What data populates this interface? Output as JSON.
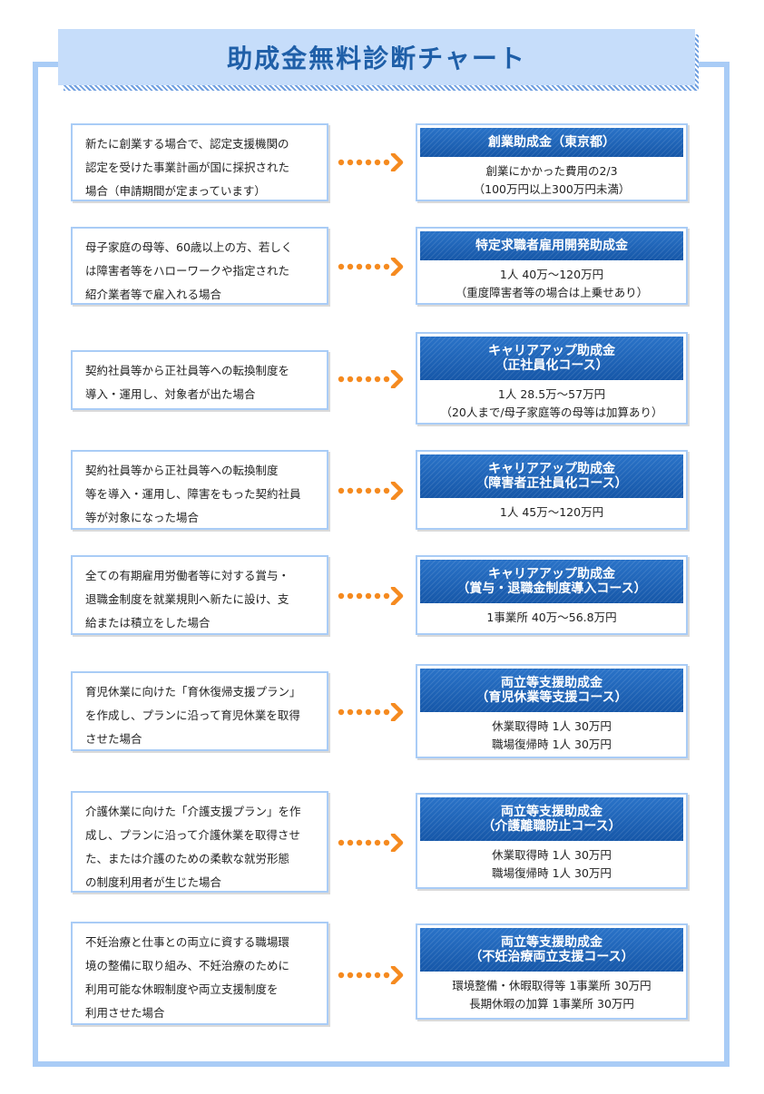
{
  "title": "助成金無料診断チャート",
  "colors": {
    "frame": "#a9ccf6",
    "title_bg": "#c6ddfa",
    "title_text": "#1f5fa8",
    "header_bg": "#1f64b8",
    "arrow": "#f58a1f"
  },
  "rows": [
    {
      "condition": [
        "新たに創業する場合で、認定支援機関の",
        "認定を受けた事業計画が国に採択された",
        "場合（申請期間が定まっています）"
      ],
      "result_title": [
        "創業助成金（東京都）"
      ],
      "result_body": [
        "創業にかかった費用の2/3",
        "（100万円以上300万円未満）"
      ]
    },
    {
      "condition": [
        "母子家庭の母等、60歳以上の方、若しく",
        "は障害者等をハローワークや指定された",
        "紹介業者等で雇入れる場合"
      ],
      "result_title": [
        "特定求職者雇用開発助成金"
      ],
      "result_body": [
        "1人 40万～120万円",
        "（重度障害者等の場合は上乗せあり）"
      ]
    },
    {
      "condition": [
        "契約社員等から正社員等への転換制度を",
        "導入・運用し、対象者が出た場合"
      ],
      "result_title": [
        "キャリアアップ助成金",
        "（正社員化コース）"
      ],
      "result_body": [
        "1人 28.5万～57万円",
        "（20人まで/母子家庭等の母等は加算あり）"
      ]
    },
    {
      "condition": [
        "契約社員等から正社員等への転換制度",
        "等を導入・運用し、障害をもった契約社員",
        "等が対象になった場合"
      ],
      "result_title": [
        "キャリアアップ助成金",
        "（障害者正社員化コース）"
      ],
      "result_body": [
        "1人 45万～120万円"
      ]
    },
    {
      "condition": [
        "全ての有期雇用労働者等に対する賞与・",
        "退職金制度を就業規則へ新たに設け、支",
        "給または積立をした場合"
      ],
      "result_title": [
        "キャリアアップ助成金",
        "（賞与・退職金制度導入コース）"
      ],
      "result_body": [
        "1事業所 40万～56.8万円"
      ]
    },
    {
      "condition": [
        "育児休業に向けた「育休復帰支援プラン」",
        "を作成し、プランに沿って育児休業を取得",
        "させた場合"
      ],
      "result_title": [
        "両立等支援助成金",
        "（育児休業等支援コース）"
      ],
      "result_body": [
        "休業取得時 1人 30万円",
        "職場復帰時 1人 30万円"
      ]
    },
    {
      "condition": [
        "介護休業に向けた「介護支援プラン」を作",
        "成し、プランに沿って介護休業を取得させ",
        "た、または介護のための柔軟な就労形態",
        "の制度利用者が生じた場合"
      ],
      "result_title": [
        "両立等支援助成金",
        "（介護離職防止コース）"
      ],
      "result_body": [
        "休業取得時 1人 30万円",
        "職場復帰時 1人 30万円"
      ]
    },
    {
      "condition": [
        "不妊治療と仕事との両立に資する職場環",
        "境の整備に取り組み、不妊治療のために",
        "利用可能な休暇制度や両立支援制度を",
        "利用させた場合"
      ],
      "result_title": [
        "両立等支援助成金",
        "（不妊治療両立支援コース）"
      ],
      "result_body": [
        "環境整備・休暇取得等 1事業所 30万円",
        "長期休暇の加算 1事業所 30万円"
      ]
    }
  ]
}
